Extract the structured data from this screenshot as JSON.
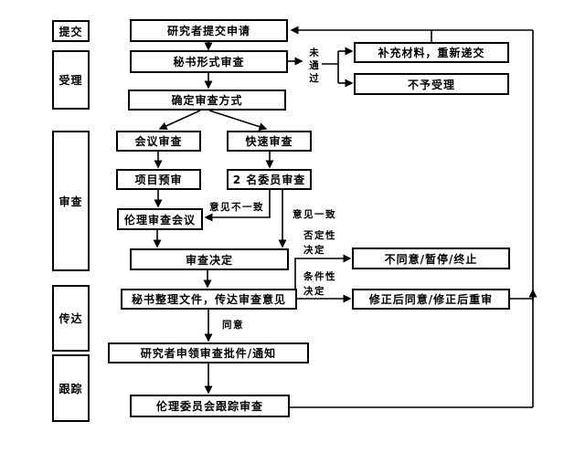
{
  "diagram": {
    "stages": [
      {
        "label": "提交"
      },
      {
        "label": "受理"
      },
      {
        "label": "审查"
      },
      {
        "label": "传达"
      },
      {
        "label": "跟踪"
      }
    ],
    "nodes": {
      "submit_application": {
        "label": "研究者提交申请"
      },
      "secretary_format_review": {
        "label": "秘书形式审查"
      },
      "determine_review_method": {
        "label": "确定审查方式"
      },
      "meeting_review": {
        "label": "会议审查"
      },
      "rapid_review": {
        "label": "快速审查"
      },
      "project_preview": {
        "label": "项目预审"
      },
      "two_member_review": {
        "label": "2 名委员审查"
      },
      "ethics_review_meeting": {
        "label": "伦理审查会议"
      },
      "review_decision": {
        "label": "审查决定"
      },
      "secretary_convey": {
        "label": "秘书整理文件，传达审查意见"
      },
      "researcher_receive": {
        "label": "研究者申领审查批件/通知"
      },
      "follow_up_review": {
        "label": "伦理委员会跟踪审查"
      },
      "supplement_resubmit": {
        "label": "补充材料，重新递交"
      },
      "not_accepted": {
        "label": "不予受理"
      },
      "disagree_suspend_terminate": {
        "label": "不同意/暂停/终止"
      },
      "modified_approve_rereview": {
        "label": "修正后同意/修正后重审"
      }
    },
    "edge_labels": {
      "not_passed": "未通过",
      "opinions_differ": "意见不一致",
      "opinions_agree": "意见一致",
      "negative_line1": "否定性",
      "negative_line2": "决定",
      "conditional_line1": "条件性",
      "conditional_line2": "决定",
      "agree": "同意"
    },
    "colors": {
      "line": "#000000",
      "box_border": "#000000",
      "text": "#000000",
      "background": "#ffffff"
    }
  }
}
